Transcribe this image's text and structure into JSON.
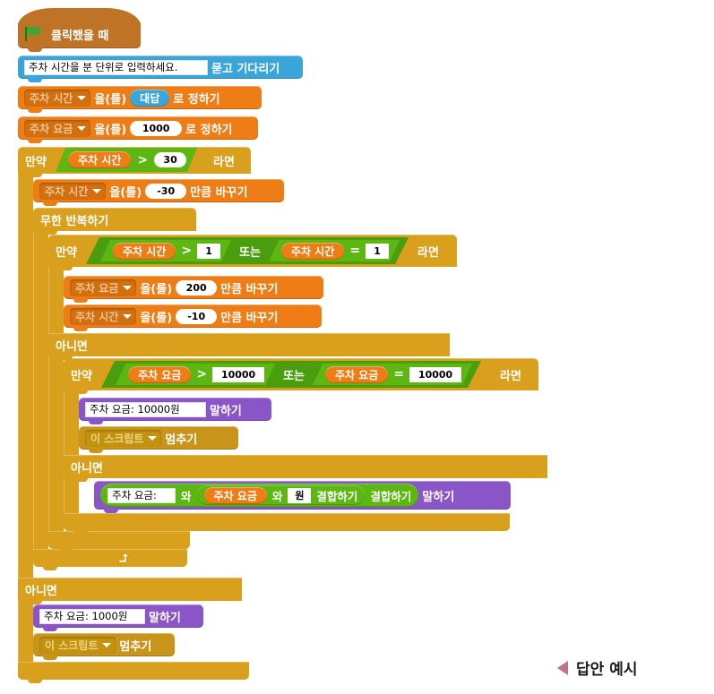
{
  "script": {
    "hat": {
      "icon": "green-flag-icon",
      "label": "클릭했을 때"
    },
    "ask_block": {
      "question": "주차 시간을 분 단위로 입력하세요.",
      "label": "묻고 기다리기"
    },
    "set_time": {
      "variable": "주차 시간",
      "label_mid": "을(를)",
      "value_reporter": "대답",
      "label_end": "로 정하기"
    },
    "set_fee": {
      "variable": "주차 요금",
      "label_mid": "을(를)",
      "value": "1000",
      "label_end": "로 정하기"
    },
    "outer_if": {
      "if_label": "만약",
      "then_label": "라면",
      "else_label": "아니면",
      "condition": {
        "left_reporter": "주차 시간",
        "operator": ">",
        "right_value": "30"
      }
    },
    "change_time_30": {
      "variable": "주차 시간",
      "label_mid": "을(를)",
      "value": "-30",
      "label_end": "만큼 바꾸기"
    },
    "forever": {
      "label": "무한 반복하기"
    },
    "if_time": {
      "if_label": "만약",
      "then_label": "라면",
      "else_label": "아니면",
      "or_label": "또는",
      "cond_left": {
        "reporter": "주차 시간",
        "operator": ">",
        "value": "1"
      },
      "cond_right": {
        "reporter": "주차 시간",
        "operator": "=",
        "value": "1"
      }
    },
    "change_fee_200": {
      "variable": "주차 요금",
      "label_mid": "을(를)",
      "value": "200",
      "label_end": "만큼 바꾸기"
    },
    "change_time_10": {
      "variable": "주차 시간",
      "label_mid": "을(를)",
      "value": "-10",
      "label_end": "만큼 바꾸기"
    },
    "if_fee": {
      "if_label": "만약",
      "then_label": "라면",
      "else_label": "아니면",
      "or_label": "또는",
      "cond_left": {
        "reporter": "주차 요금",
        "operator": ">",
        "value": "10000"
      },
      "cond_right": {
        "reporter": "주차 요금",
        "operator": "=",
        "value": "10000"
      }
    },
    "say_10000": {
      "text": "주차 요금: 10000원",
      "label": "말하기"
    },
    "stop_inner": {
      "option": "이 스크립트",
      "label": "멈추기"
    },
    "say_join": {
      "prefix_text": "주차 요금: ",
      "and_label_1": "와",
      "inner_reporter": "주차 요금",
      "and_label_2": "와",
      "suffix_text": "원",
      "join_inner_label": "결합하기",
      "join_outer_label": "결합하기",
      "say_label": "말하기"
    },
    "say_1000": {
      "text": "주차 요금: 1000원",
      "label": "말하기"
    },
    "stop_outer": {
      "option": "이 스크립트",
      "label": "멈추기"
    }
  },
  "annotation": {
    "marker": "left-triangle-icon",
    "text": "답안 예시"
  },
  "colors": {
    "events": "#bf7326",
    "sensing": "#3aa5d8",
    "data": "#ee7d16",
    "control": "#d9a01e",
    "control_dark": "#c8941a",
    "looks": "#8a55c6",
    "operator": "#5cb712",
    "annotation_marker": "#c4708f"
  }
}
